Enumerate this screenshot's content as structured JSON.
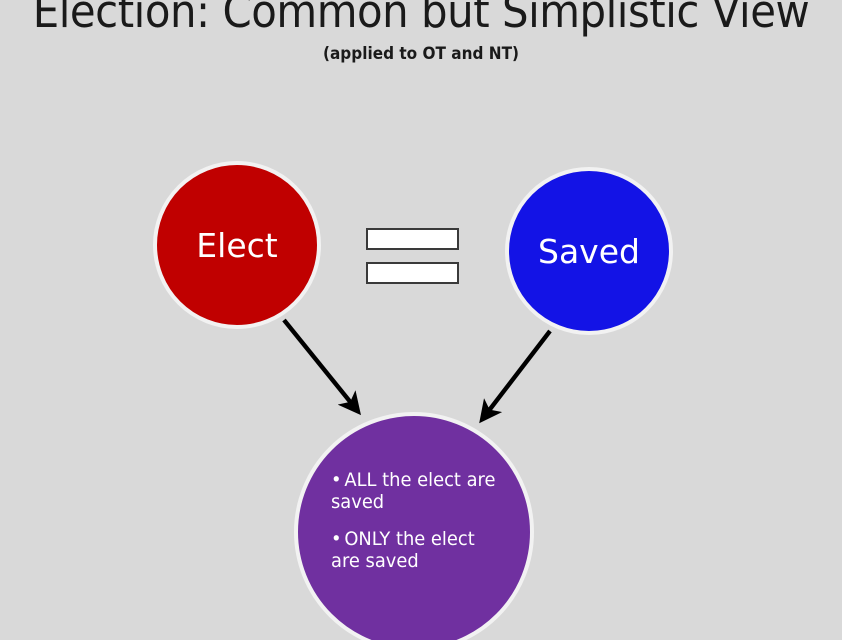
{
  "slide": {
    "title": "Election: Common but Simplistic View",
    "subtitle": "(applied to OT and NT)",
    "background_color": "#D9D9D9",
    "title_color": "#1A1A1A"
  },
  "diagram": {
    "nodes": [
      {
        "id": "elect",
        "label": "Elect",
        "shape": "circle",
        "fill_color": "#C00000",
        "outline_color": "#F2F2F2",
        "text_color": "#FFFFFF"
      },
      {
        "id": "saved",
        "label": "Saved",
        "shape": "circle",
        "fill_color": "#1313E6",
        "outline_color": "#F2F2F2",
        "text_color": "#FFFFFF"
      },
      {
        "id": "result",
        "label": "",
        "shape": "circle",
        "fill_color": "#7030A0",
        "outline_color": "#F2F2F2",
        "text_color": "#FFFFFF",
        "bullets": [
          "ALL the elect are saved",
          "ONLY the elect are saved"
        ],
        "bullet_glyph": "•"
      }
    ],
    "equals_symbol": {
      "name": "equals-sign",
      "bar_fill_color": "#FFFFFF",
      "bar_border_color": "#3A3A3A",
      "bar_count": 2
    },
    "connectors": [
      {
        "id": "elect-to-result",
        "from": "elect",
        "to": "result",
        "style": "arrow",
        "color": "#000000"
      },
      {
        "id": "saved-to-result",
        "from": "saved",
        "to": "result",
        "style": "arrow",
        "color": "#000000"
      }
    ]
  }
}
